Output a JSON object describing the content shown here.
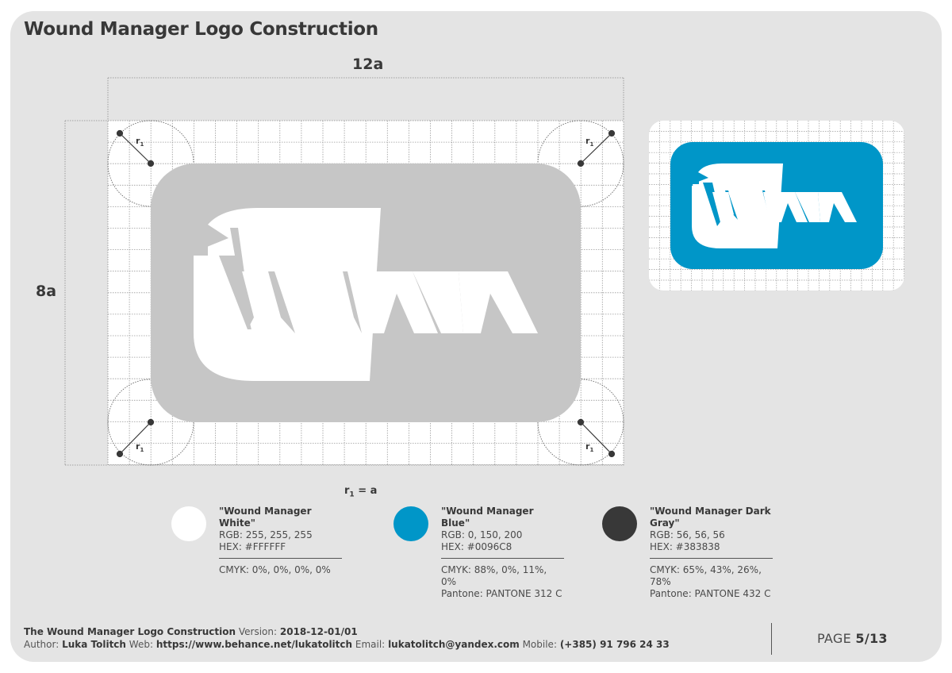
{
  "title": "Wound Manager Logo Construction",
  "dimensions": {
    "width_label": "12a",
    "height_label": "8a",
    "radius_label": "r",
    "radius_sub": "1",
    "formula_left": "r",
    "formula_sub": "1",
    "formula_right": "= a"
  },
  "logo": {
    "monogram": "WM",
    "construction_color": "#c6c6c6",
    "blue": "#0096C8",
    "white": "#FFFFFF",
    "grid_background": "#FFFFFF"
  },
  "colors": [
    {
      "name": "\"Wound Manager White\"",
      "rgb": "RGB: 255, 255, 255",
      "hex": "HEX: #FFFFFF",
      "cmyk": "CMYK: 0%, 0%, 0%, 0%",
      "pantone": "",
      "swatch": "#FFFFFF"
    },
    {
      "name": "\"Wound Manager Blue\"",
      "rgb": "RGB: 0, 150, 200",
      "hex": "HEX: #0096C8",
      "cmyk": "CMYK: 88%, 0%, 11%, 0%",
      "pantone": "Pantone: PANTONE 312 C",
      "swatch": "#0096C8"
    },
    {
      "name": "\"Wound Manager Dark Gray\"",
      "rgb": "RGB: 56, 56, 56",
      "hex": "HEX: #383838",
      "cmyk": "CMYK: 65%, 43%, 26%, 78%",
      "pantone": "Pantone: PANTONE 432 C",
      "swatch": "#383838"
    }
  ],
  "footer": {
    "doc_title": "The Wound Manager Logo Construction",
    "version_label": "Version:",
    "version": "2018-12-01/01",
    "author_label": "Author:",
    "author": "Luka Tolitch",
    "web_label": "Web:",
    "web": "https://www.behance.net/lukatolitch",
    "email_label": "Email:",
    "email": "lukatolitch@yandex.com",
    "mobile_label": "Mobile:",
    "mobile": "(+385) 91 796 24 33",
    "page_label": "PAGE",
    "page": "5/13"
  }
}
